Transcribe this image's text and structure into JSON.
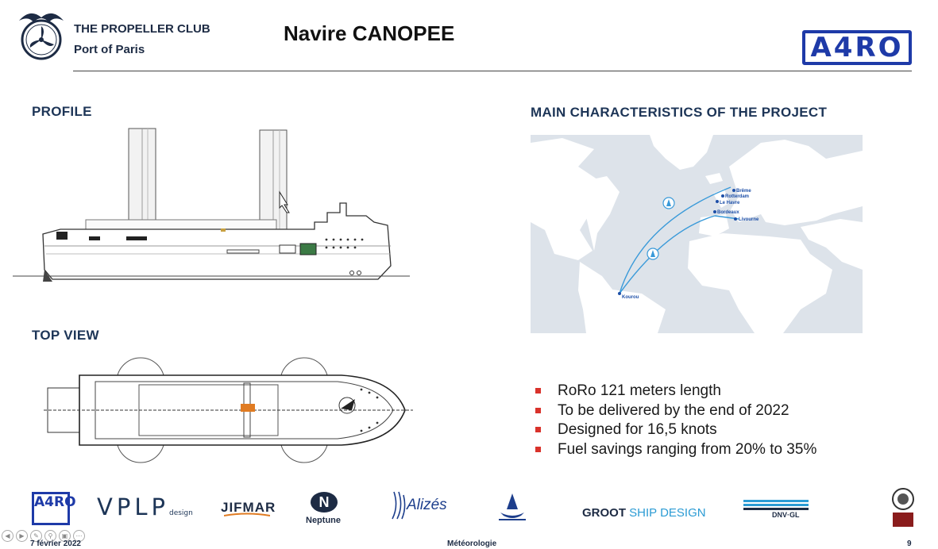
{
  "header": {
    "club_line1": "THE PROPELLER CLUB",
    "club_line2": "Port of Paris",
    "title": "Navire CANOPEE",
    "brand": "A4RO"
  },
  "sections": {
    "profile": "PROFILE",
    "top_view": "TOP VIEW",
    "main_characteristics": "MAIN CHARACTERISTICS OF THE PROJECT"
  },
  "map": {
    "ports": [
      "Brême",
      "Rotterdam",
      "Le Havre",
      "Bordeaux",
      "Livourne",
      "Kourou"
    ]
  },
  "bullets": [
    "RoRo 121 meters length",
    "To be delivered by the end of 2022",
    "Designed for 16,5 knots",
    "Fuel savings ranging from 20% to 35%"
  ],
  "sponsors": {
    "ayro": "A4RO",
    "vplp": "VPLP",
    "vplp_sub": "design",
    "jifmar": "JIFMAR",
    "neptune_icon": "N",
    "neptune": "Neptune",
    "alizes": "Alizés",
    "groot_a": "GROOT",
    "groot_b": "SHIP DESIGN",
    "dnv": "DNV·GL"
  },
  "footer": {
    "date": "7 février 2022",
    "center": "Météorologie",
    "page": "9"
  },
  "colors": {
    "brand_blue": "#1e3aa8",
    "navy": "#1d3557",
    "bullet_red": "#d9322b",
    "map_land": "#ffffff",
    "map_sea": "#dde3ea",
    "route": "#3a9ad9"
  }
}
